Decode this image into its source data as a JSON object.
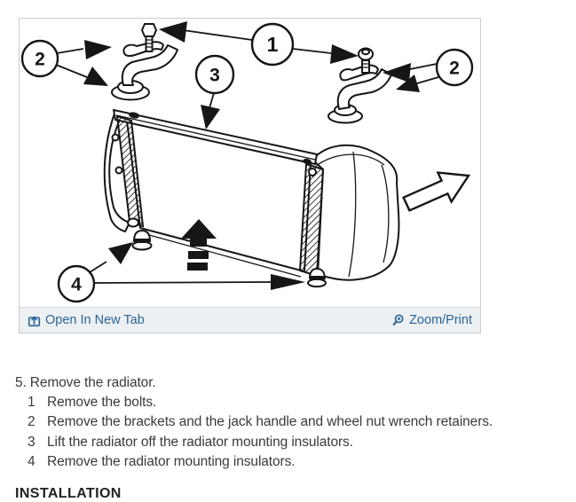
{
  "figure": {
    "viewer_footer": {
      "open_in_new_tab": "Open In New Tab",
      "zoom_print": "Zoom/Print"
    },
    "callouts": {
      "c1": "1",
      "c2_left": "2",
      "c2_right": "2",
      "c3": "3",
      "c4": "4"
    }
  },
  "instructions": {
    "step_number": "5.",
    "step_title": "Remove the radiator.",
    "substeps": [
      {
        "num": "1",
        "text": "Remove the bolts."
      },
      {
        "num": "2",
        "text": "Remove the brackets and the jack handle and wheel nut wrench retainers."
      },
      {
        "num": "3",
        "text": "Lift the radiator off the radiator mounting insulators."
      },
      {
        "num": "4",
        "text": "Remove the radiator mounting insulators."
      }
    ],
    "next_section_heading": "INSTALLATION"
  },
  "colors": {
    "link_blue": "#2a6496",
    "footer_bg": "#edf0f2",
    "box_border": "#c9cdd1",
    "line_art": "#161616",
    "text": "#3a3a3a"
  }
}
